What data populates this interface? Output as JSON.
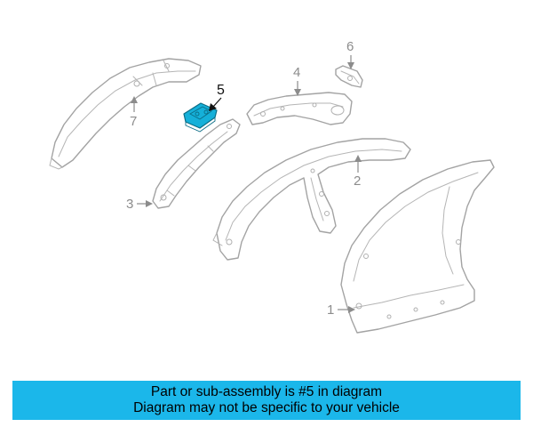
{
  "diagram": {
    "callouts": {
      "c1": "1",
      "c2": "2",
      "c3": "3",
      "c4": "4",
      "c5": "5",
      "c6": "6",
      "c7": "7"
    },
    "highlighted_part": "5",
    "highlight_color": "#15b0d9"
  },
  "banner": {
    "line1": "Part or sub-assembly is #5 in diagram",
    "line2": "Diagram may not be specific to your vehicle",
    "background": "#1bb7ea"
  }
}
